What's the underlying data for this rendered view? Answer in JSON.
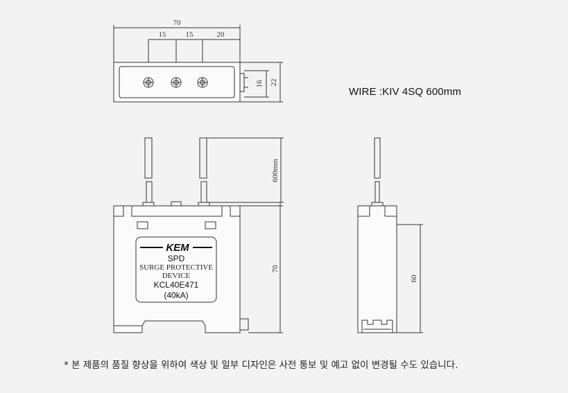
{
  "wire_spec": "WIRE :KIV 4SQ  600mm",
  "top_view": {
    "overall_width": "70",
    "spacing_1": "15",
    "spacing_2": "15",
    "spacing_3": "20",
    "height_inner": "16",
    "height_outer": "22"
  },
  "front_view": {
    "wire_length": "600mm",
    "height": "70",
    "label": {
      "brand": "KEM",
      "type": "SPD",
      "name_line1": "SURGE PROTECTIVE",
      "name_line2": "DEVICE",
      "model": "KCL40E471",
      "rating": "(40kA)"
    }
  },
  "side_view": {
    "height": "60"
  },
  "footnote": "* 본 제품의 품질 향상을 위하여 색상 및 일부 디자인은 사전 통보 및 예고 없이 변경될 수도 있습니다."
}
